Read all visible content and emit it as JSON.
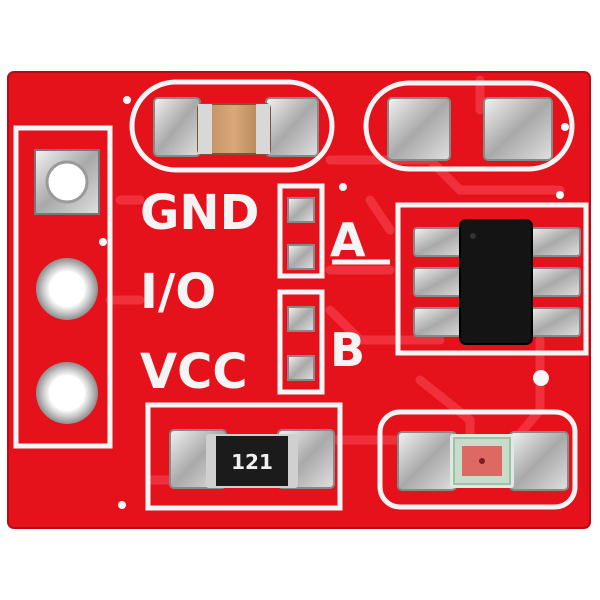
{
  "board": {
    "pcb_color": "#e5121b",
    "silkscreen_color": "#f4f4f4",
    "pin_labels": {
      "gnd": "GND",
      "io": "I/O",
      "vcc": "VCC"
    },
    "jumper_labels": {
      "a": "A",
      "b": "B"
    },
    "resistor_marking": "121",
    "pins": [
      "GND",
      "I/O",
      "VCC"
    ]
  }
}
